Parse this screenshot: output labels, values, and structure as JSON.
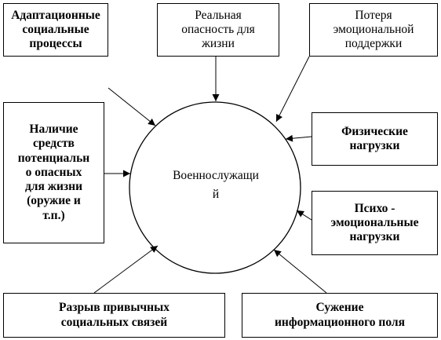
{
  "diagram": {
    "center": "Военнослужащи\nй",
    "boxes": {
      "adaptation": "Адаптационные\nсоциальные\nпроцессы",
      "life_danger": "Реальная\nопасность для\nжизни",
      "support_loss": "Потеря\nэмоциональной\nподдержки",
      "dangerous_means": "Наличие\nсредств\nпотенциальн\nо опасных\nдля жизни\n(оружие и\nт.п.)",
      "physical_loads": "Физические\nнагрузки",
      "psycho_loads": "Психо -\nэмоциональные\nнагрузки",
      "social_rupture": "Разрыв привычных\nсоциальных связей",
      "info_narrowing": "Сужение\nинформационного поля"
    }
  }
}
